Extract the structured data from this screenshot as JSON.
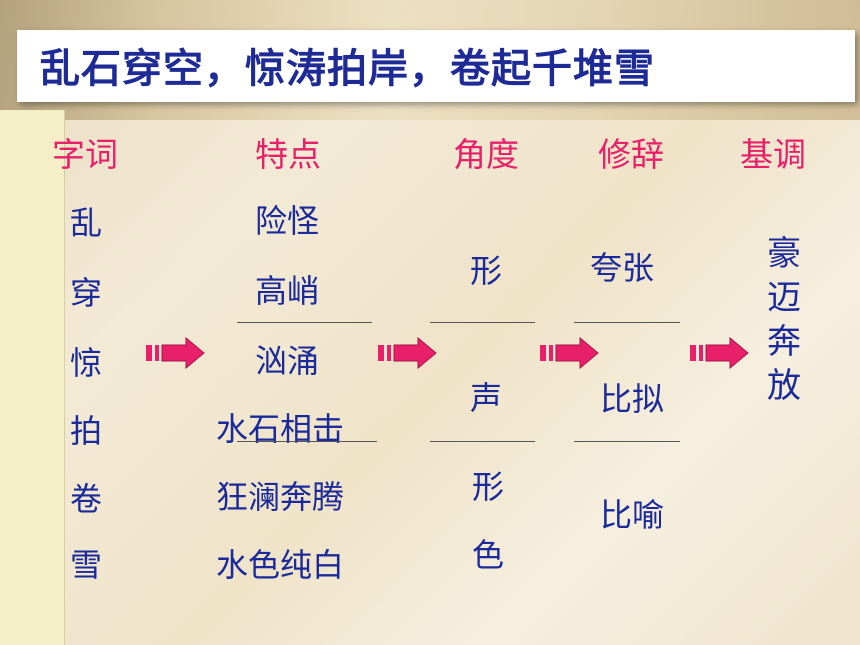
{
  "title": "乱石穿空，惊涛拍岸，卷起千堆雪",
  "headers": {
    "words": "字词",
    "features": "特点",
    "angle": "角度",
    "rhetoric": "修辞",
    "tone": "基调"
  },
  "words": [
    "乱",
    "穿",
    "惊",
    "拍",
    "卷",
    "雪"
  ],
  "features": [
    "险怪",
    "高峭",
    "汹涌",
    "水石相击",
    "狂澜奔腾",
    "水色纯白"
  ],
  "angles": [
    "形",
    "声",
    "形",
    "色"
  ],
  "rhetoric": [
    "夸张",
    "比拟",
    "比喻"
  ],
  "tone": "豪迈奔放",
  "colors": {
    "title": "#1e2a96",
    "header": "#e8206a",
    "body": "#1a2a9a",
    "arrow": "#e8206a"
  }
}
